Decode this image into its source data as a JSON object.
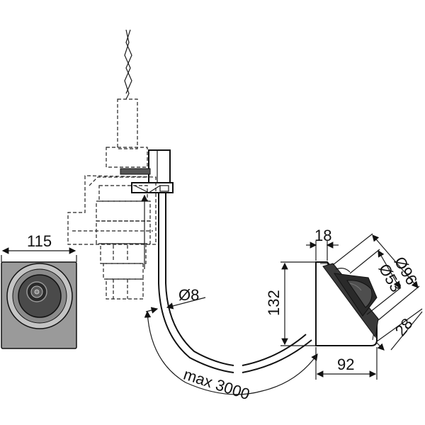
{
  "diagram": {
    "dimensions": {
      "button_width": "115",
      "tube_diameter": "Ø8",
      "tube_length": "max 3000",
      "housing_depth": "18",
      "housing_height": "132",
      "housing_width": "92",
      "outer_diameter": "Ø96",
      "inner_diameter": "Ø53",
      "offset": "28"
    },
    "colors": {
      "line": "#111111",
      "plate_fill": "#9a9a9a",
      "housing_fill": "#4a4a4a",
      "background": "#ffffff"
    }
  }
}
